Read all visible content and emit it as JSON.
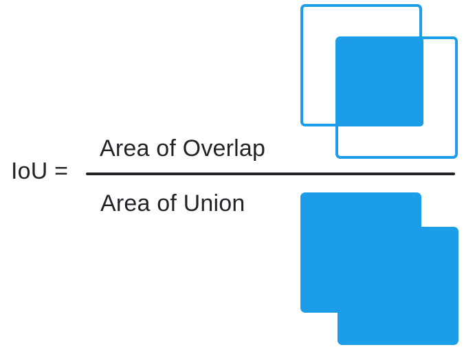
{
  "formula": {
    "lhs": "IoU =",
    "numerator": "Area of Overlap",
    "denominator": "Area of Union"
  },
  "colors": {
    "shape_blue": "#1B9DE8",
    "text_dark": "#232228",
    "background": "#FFFFFF"
  },
  "icons": {
    "overlap_diagram": "two-overlapping-outlined-squares-with-filled-intersection",
    "union_diagram": "two-merged-filled-squares"
  }
}
